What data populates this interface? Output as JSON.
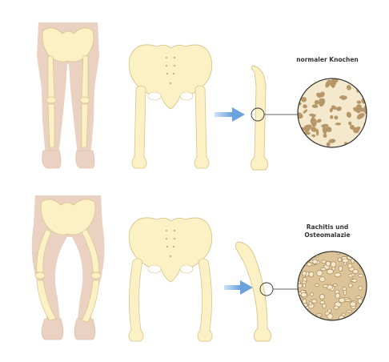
{
  "labels": {
    "normal_bone": "normaler Knochen",
    "rickets_line1": "Rachitis und",
    "rickets_line2": "Osteomalazie"
  },
  "colors": {
    "skin": "#ebd1c1",
    "bone": "#fbf1c5",
    "bone_outline": "#d8c48a",
    "sacrum_dots": "#c9b27a",
    "arrow": "#7aaee0",
    "trabecula_dark": "#b79668",
    "marrow_light": "#f4e9cc",
    "leader_line": "#333333"
  },
  "icons": {
    "arrow": "right-arrow-icon"
  }
}
